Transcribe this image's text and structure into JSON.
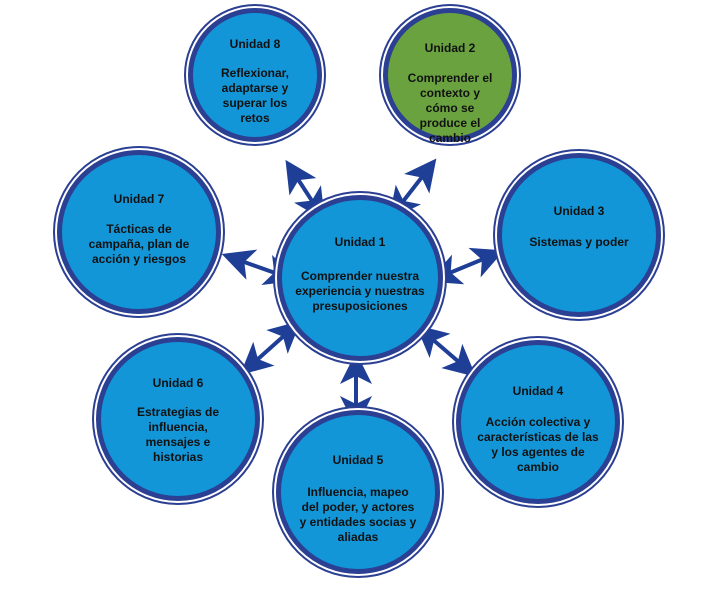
{
  "units": [
    {
      "title": "Unidad 1",
      "description": "Comprender nuestra experiencia y nuestras presuposiciones",
      "color": "#1296d8"
    },
    {
      "title": "Unidad 2",
      "description": "Comprender el contexto y cómo se produce el cambio",
      "color": "#6aa23f"
    },
    {
      "title": "Unidad 3",
      "description": "Sistemas y poder",
      "color": "#1296d8"
    },
    {
      "title": "Unidad 4",
      "description": "Acción colectiva y características de las y los agentes de cambio",
      "color": "#1296d8"
    },
    {
      "title": "Unidad 5",
      "description": "Influencia, mapeo del poder, y actores y entidades socias y aliadas",
      "color": "#1296d8"
    },
    {
      "title": "Unidad 6",
      "description": "Estrategias de influencia, mensajes e historias",
      "color": "#1296d8"
    },
    {
      "title": "Unidad 7",
      "description": "Tácticas de campaña, plan de acción y riesgos",
      "color": "#1296d8"
    },
    {
      "title": "Unidad 8",
      "description": "Reflexionar, adaptarse y superar los retos",
      "color": "#1296d8"
    }
  ],
  "colors": {
    "border": "#2b3f93",
    "arrow": "#1f3f97"
  }
}
